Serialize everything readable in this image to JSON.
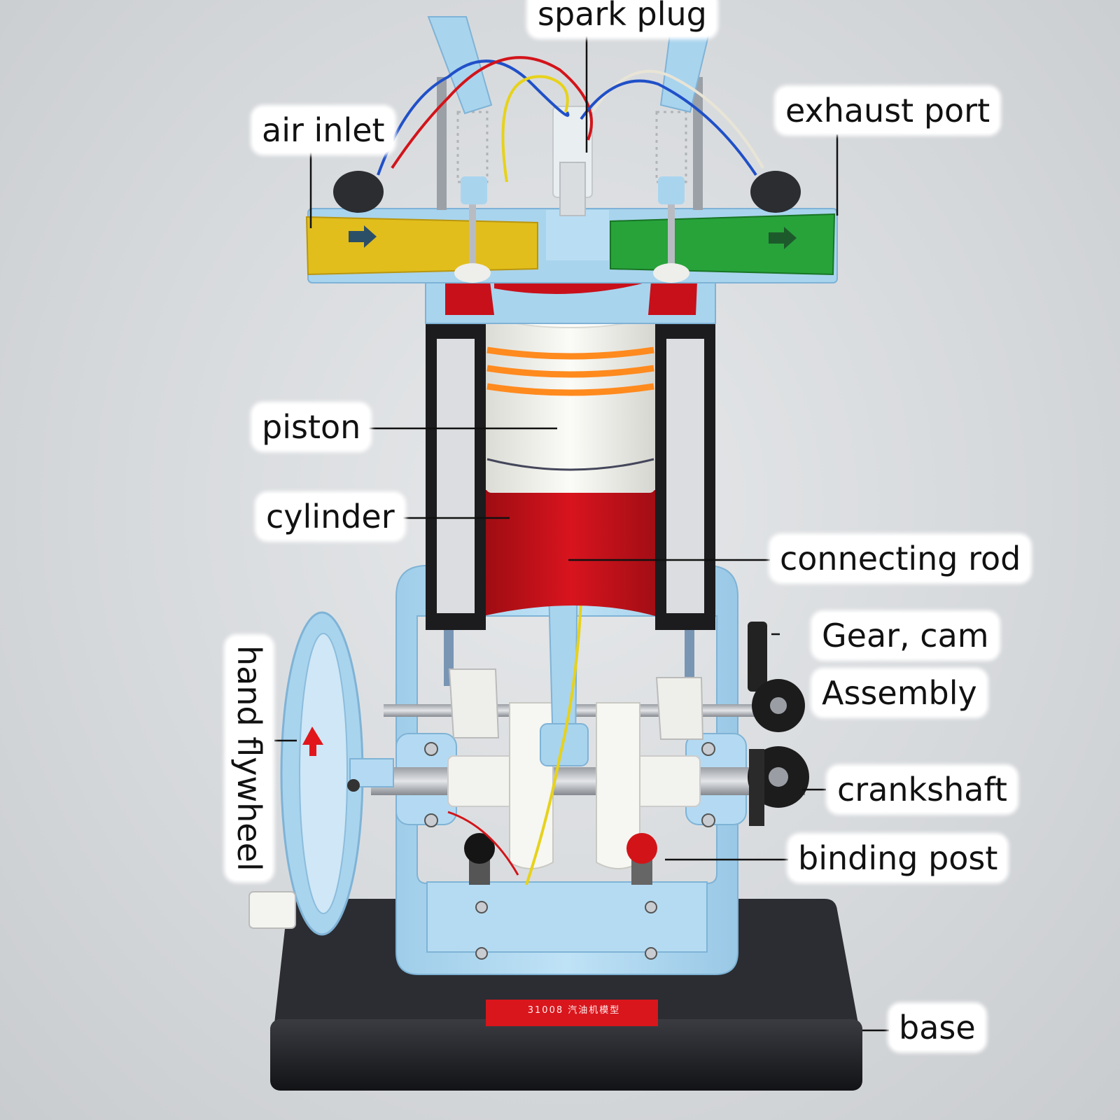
{
  "labels": {
    "spark_plug": "spark plug",
    "air_inlet": "air inlet",
    "exhaust_port": "exhaust port",
    "piston": "piston",
    "cylinder": "cylinder",
    "connecting_rod": "connecting rod",
    "gear_cam_line1": "Gear, cam",
    "gear_cam_line2": "Assembly",
    "hand_flywheel": "hand flywheel",
    "crankshaft": "crankshaft",
    "binding_post": "binding post",
    "base": "base"
  },
  "plaque": {
    "line1": "31008 汽油机模型"
  },
  "colors": {
    "background": "#d9dbde",
    "frame_blue": "#a9d4ee",
    "cylinder_black": "#1c1c1f",
    "intake_yellow": "#e2be1c",
    "exhaust_green": "#27a33a",
    "piston_white": "#f2f2ee",
    "piston_ring_orange": "#ff8a1e",
    "chamber_red": "#c8101a",
    "base_black": "#1a1b1f",
    "label_bg": "#ffffff"
  }
}
